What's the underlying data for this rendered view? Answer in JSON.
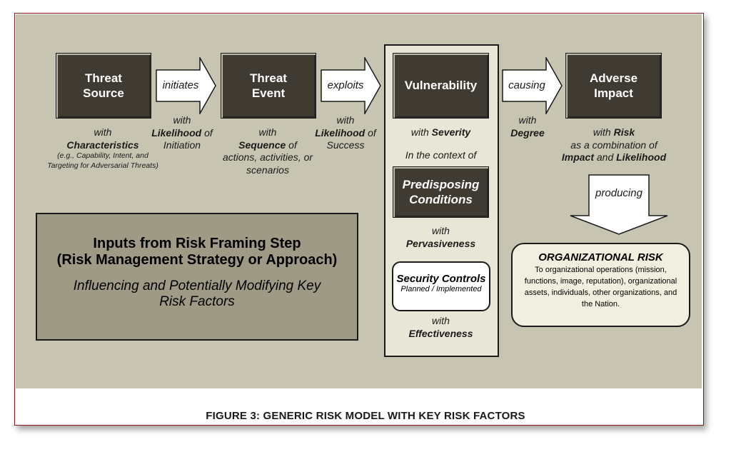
{
  "nodes": {
    "threat_source": "Threat Source",
    "threat_event": "Threat Event",
    "vulnerability": "Vulnerability",
    "adverse_impact": "Adverse Impact",
    "predisposing": "Predisposing Conditions"
  },
  "arrows": {
    "initiates": "initiates",
    "exploits": "exploits",
    "causing": "causing",
    "producing": "producing"
  },
  "source_caption": {
    "with": "with",
    "characteristics": "Characteristics",
    "examples": "(e.g., Capability, Intent, and Targeting for Adversarial Threats)"
  },
  "initiation": {
    "with": "with",
    "likelihood": "Likelihood",
    "of": "of",
    "initiation": "Initiation"
  },
  "event_caption": {
    "with": "with",
    "sequence": "Sequence",
    "of": "of",
    "rest": "actions, activities, or scenarios"
  },
  "success": {
    "with": "with",
    "likelihood": "Likelihood",
    "of": "of",
    "success": "Success"
  },
  "degree": {
    "with": "with",
    "degree": "Degree"
  },
  "vuln_column": {
    "with_severity_prefix": "with",
    "severity": "Severity",
    "context": "In the context of",
    "with1": "with",
    "pervasiveness": "Pervasiveness",
    "security_controls": "Security Controls",
    "planned": "Planned / Implemented",
    "with2": "with",
    "effectiveness": "Effectiveness"
  },
  "impact_caption": {
    "with": "with",
    "risk": "Risk",
    "combination": "as a combination of",
    "impact": "Impact",
    "and": "and",
    "likelihood": "Likelihood"
  },
  "inputs": {
    "title1": "Inputs from Risk Framing Step",
    "title2": "(Risk Management Strategy or Approach)",
    "subtitle1": "Influencing and Potentially Modifying Key",
    "subtitle2": "Risk Factors"
  },
  "org_risk": {
    "title": "ORGANIZATIONAL RISK",
    "body": "To organizational operations (mission, functions, image, reputation), organizational assets, individuals, other organizations, and the Nation."
  },
  "caption": "FIGURE 3: GENERIC RISK MODEL WITH KEY RISK FACTORS"
}
